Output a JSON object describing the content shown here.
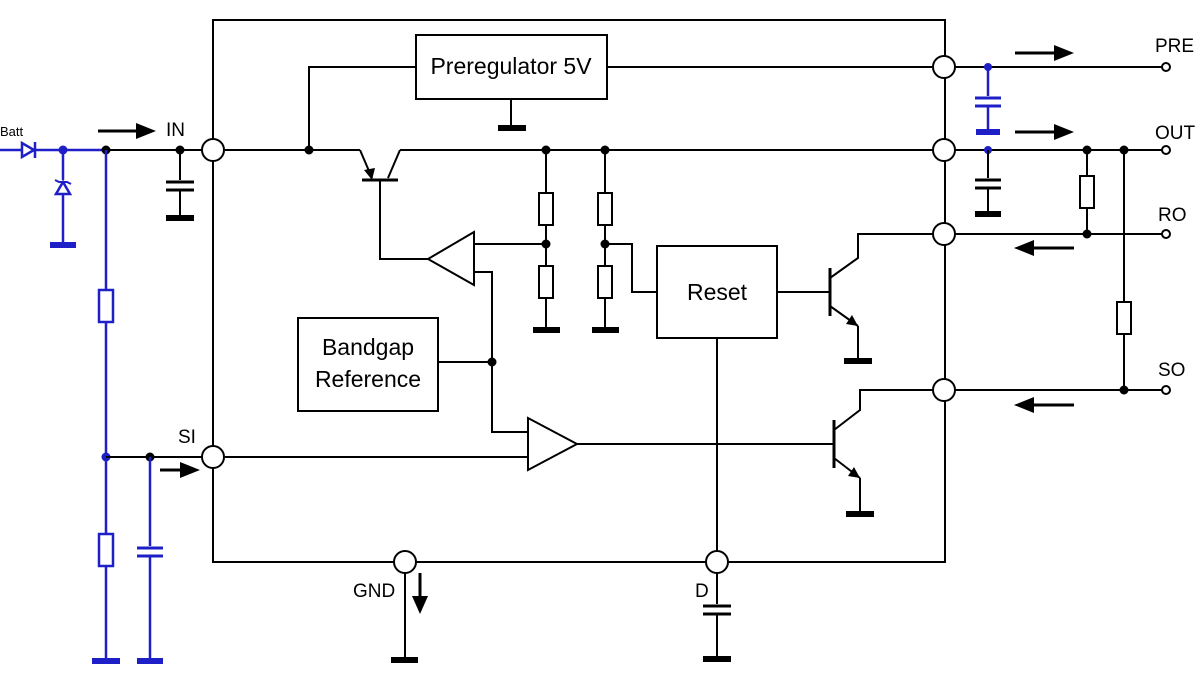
{
  "blocks": {
    "preregulator": "Preregulator  5V",
    "reset": "Reset",
    "bandgap_line1": "Bandgap",
    "bandgap_line2": "Reference"
  },
  "pins": {
    "in": "IN",
    "si": "SI",
    "gnd": "GND",
    "d": "D",
    "pre": "PRE",
    "out": "OUT",
    "ro": "RO",
    "so": "SO"
  },
  "external": {
    "batt": "Batt"
  },
  "colors": {
    "internal_wiring": "#000000",
    "external_input_circuit": "#1f1fc8"
  }
}
